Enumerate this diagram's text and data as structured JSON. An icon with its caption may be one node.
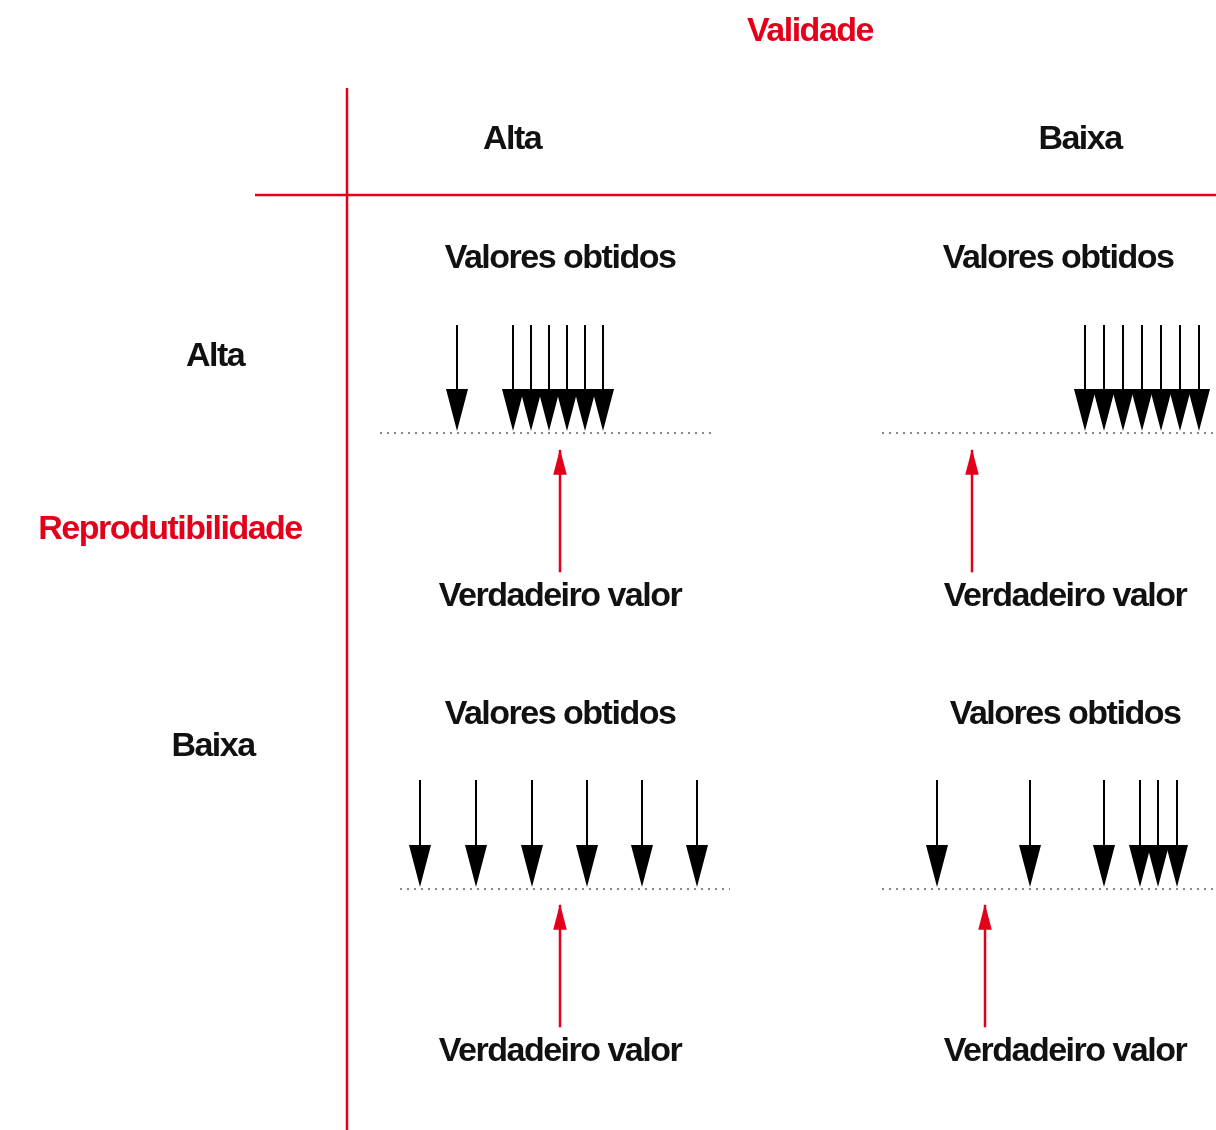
{
  "diagram": {
    "nodes": [
      {
        "text": [
          "Verdadeiro valor"
        ]
      },
      {
        "text": [
          "Verdadeiro valor"
        ]
      },
      {
        "text": [
          "Verdadeiro valor"
        ]
      },
      {
        "text": [
          "Verdadeiro valor"
        ]
      }
    ],
    "edges": [
      {
        "from": 0,
        "to": null,
        "arrow": "to"
      },
      {
        "from": 1,
        "to": null,
        "arrow": "to"
      },
      {
        "from": 2,
        "to": null,
        "arrow": "to"
      },
      {
        "from": 3,
        "to": null,
        "arrow": "to"
      }
    ],
    "labels": [
      "Validade",
      "Alta",
      "Baixa",
      "Alta",
      "Valores obtidos",
      "Valores obtidos",
      "Reprodutibilidade",
      "Baixa",
      "Valores obtidos",
      "Valores obtidos"
    ]
  }
}
